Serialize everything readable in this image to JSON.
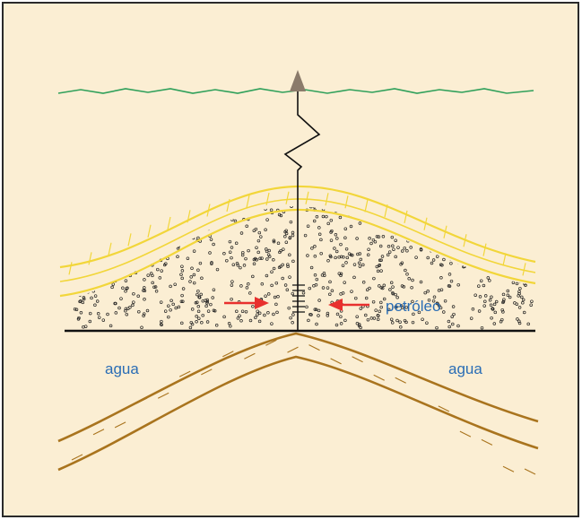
{
  "labels": {
    "oil": "petróleo",
    "water_left": "agua",
    "water_right": "agua"
  },
  "colors": {
    "background": "#fbeed3",
    "border": "#2a2a2a",
    "surface_line": "#2fa05a",
    "caprock": "#f2d63a",
    "shale": "#a9741e",
    "arrow": "#e8302e",
    "well_tip": "#8b7b6b",
    "label": "#2a6db5"
  }
}
